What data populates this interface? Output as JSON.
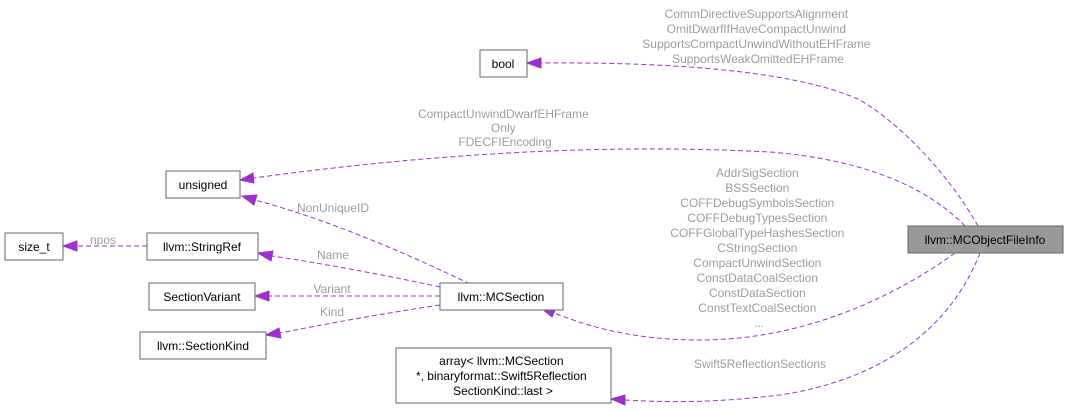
{
  "nodes": {
    "mcobjectfileinfo": [
      "llvm::MCObjectFileInfo"
    ],
    "bool": [
      "bool"
    ],
    "unsigned": [
      "unsigned"
    ],
    "size_t": [
      "size_t"
    ],
    "stringref": [
      "llvm::StringRef"
    ],
    "mcsection": [
      "llvm::MCSection"
    ],
    "sectionvariant": [
      "SectionVariant"
    ],
    "sectionkind": [
      "llvm::SectionKind"
    ],
    "array": [
      "array< llvm::MCSection",
      " *, binaryformat::Swift5Reflection",
      "SectionKind::last >"
    ]
  },
  "edges": {
    "bool": [
      "CommDirectiveSupportsAlignment",
      "OmitDwarfIfHaveCompactUnwind",
      "SupportsCompactUnwindWithoutEHFrame",
      "SupportsWeakOmittedEHFrame"
    ],
    "unsigned": [
      "CompactUnwindDwarfEHFrame",
      "Only",
      "FDECFIEncoding"
    ],
    "mcsection": [
      "AddrSigSection",
      "BSSSection",
      "COFFDebugSymbolsSection",
      "COFFDebugTypesSection",
      "COFFGlobalTypeHashesSection",
      "CStringSection",
      "CompactUnwindSection",
      "ConstDataCoalSection",
      "ConstDataSection",
      "ConstTextCoalSection",
      "..."
    ],
    "array": [
      "Swift5ReflectionSections"
    ],
    "nonuniqueid": [
      "NonUniqueID"
    ],
    "name": [
      "Name"
    ],
    "variant": [
      "Variant"
    ],
    "kind": [
      "Kind"
    ],
    "npos": [
      "npos"
    ]
  },
  "colors": {
    "edge": "#9a32cd",
    "label": "#9c9c9c",
    "focus_node_fill": "#999999",
    "node_border": "#666666"
  }
}
